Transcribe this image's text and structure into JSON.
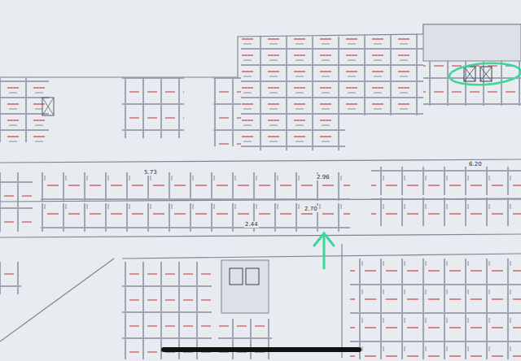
{
  "diagram": {
    "labels": [
      "2.70",
      "2.96",
      "5.73",
      "6.20",
      "2.44"
    ]
  }
}
